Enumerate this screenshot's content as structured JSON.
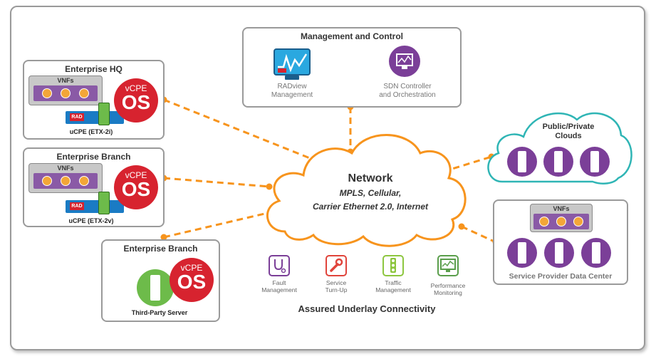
{
  "management": {
    "title": "Management and Control",
    "radview": "RADview\nManagement",
    "sdn": "SDN Controller\nand Orchestration"
  },
  "hq": {
    "title": "Enterprise HQ",
    "vnfs": "VNFs",
    "device": "uCPE (ETX-2i)",
    "rad": "RAD"
  },
  "branch1": {
    "title": "Enterprise Branch",
    "vnfs": "VNFs",
    "device": "uCPE (ETX-2v)",
    "rad": "RAD"
  },
  "branch2": {
    "title": "Enterprise Branch",
    "device": "Third-Party Server"
  },
  "vcpe": {
    "top": "vCPE",
    "bottom": "OS"
  },
  "network": {
    "title": "Network",
    "line1": "MPLS, Cellular,",
    "line2": "Carrier Ethernet 2.0, Internet"
  },
  "clouds": {
    "title": "Public/Private\nClouds"
  },
  "datacenter": {
    "title": "Service Provider Data Center",
    "vnfs": "VNFs"
  },
  "services": [
    {
      "label": "Fault\nManagement",
      "color": "#7b3f98",
      "icon": "stethoscope-icon"
    },
    {
      "label": "Service\nTurn-Up",
      "color": "#e0443b",
      "icon": "wrench-icon"
    },
    {
      "label": "Traffic\nManagement",
      "color": "#8dc63f",
      "icon": "traffic-light-icon"
    },
    {
      "label": "Performance\nMonitoring",
      "color": "#5a9e4b",
      "icon": "monitor-graph-icon"
    }
  ],
  "underlay": "Assured Underlay Connectivity",
  "colors": {
    "accent": "#f7941d",
    "purple": "#7b3f98",
    "red": "#d7232f",
    "teal": "#2fb5b5",
    "green": "#5aa646"
  }
}
